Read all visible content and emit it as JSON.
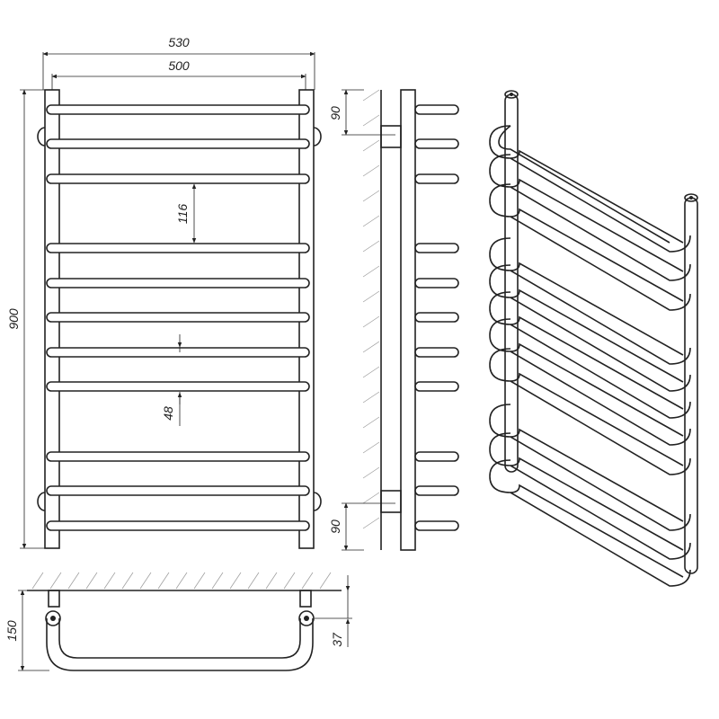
{
  "dimensions": {
    "overall_width": "530",
    "axis_width": "500",
    "height": "900",
    "bar_spacing_large": "116",
    "bar_spacing_small": "48",
    "bracket_offset_top": "90",
    "bracket_offset_bottom": "90",
    "wall_depth": "150",
    "bracket_depth": "37"
  }
}
